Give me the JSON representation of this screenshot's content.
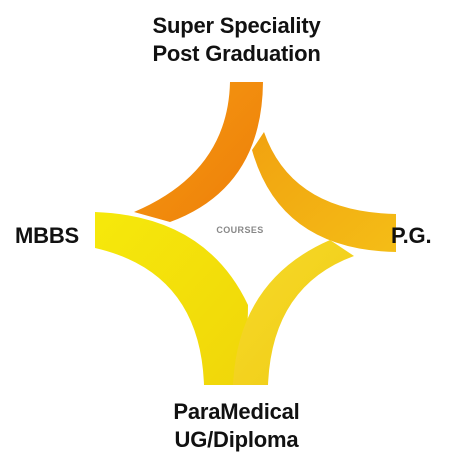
{
  "diagram": {
    "center_label": "COURSES",
    "top_label": [
      "Super Speciality",
      "Post Graduation"
    ],
    "right_label": "P.G.",
    "left_label": "MBBS",
    "bottom_label": [
      "ParaMedical",
      "UG/Diploma"
    ],
    "colors": {
      "top_segment": "#F28A0C",
      "right_segment": "#F2AE10",
      "left_segment": "#F4E10A",
      "bottom_segment": "#F3D31B"
    }
  }
}
